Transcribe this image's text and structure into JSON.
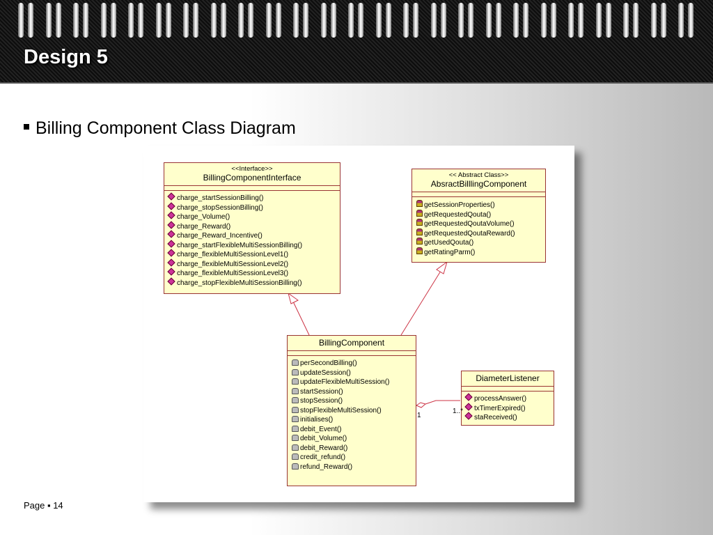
{
  "slide": {
    "title": "Design 5",
    "bullet": "Billing Component Class Diagram",
    "footer": "Page ▪ 14"
  },
  "diagram": {
    "interface_class": {
      "stereotype": "<<Interface>>",
      "name": "BillingComponentInterface",
      "methods": [
        "charge_startSessionBilling()",
        "charge_stopSessionBilling()",
        "charge_Volume()",
        "charge_Reward()",
        "charge_Reward_Incentive()",
        "charge_startFlexibleMultiSessionBilling()",
        "charge_flexibleMultiSessionLevel1()",
        "charge_flexibleMultiSessionLevel2()",
        "charge_flexibleMultiSessionLevel3()",
        "charge_stopFlexibleMultiSessionBilling()"
      ],
      "method_icon": "public-method-icon"
    },
    "abstract_class": {
      "stereotype": "<< Abstract Class>>",
      "name": "AbsractBilllingComponent",
      "methods": [
        "getSessionProperties()",
        "getRequestedQouta()",
        "getRequestedQoutaVolume()",
        "getRequestedQoutaReward()",
        "getUsedQouta()",
        "getRatingParm()"
      ],
      "method_icon": "protected-method-icon"
    },
    "billing_component": {
      "name": "BillingComponent",
      "methods": [
        "perSecondBilling()",
        "updateSession()",
        "updateFlexibleMultiSession()",
        "startSession()",
        "stopSession()",
        "stopFlexibleMultiSession()",
        "initialises()",
        "debit_Event()",
        "debit_Volume()",
        "debit_Reward()",
        "credit_refund()",
        "refund_Reward()"
      ],
      "method_icon": "private-method-icon"
    },
    "diameter_listener": {
      "name": "DiameterListener",
      "methods": [
        "processAnswer()",
        "txTimerExpired()",
        "staReceived()"
      ],
      "method_icon": "public-method-icon"
    },
    "association": {
      "multiplicity_component": "1",
      "multiplicity_listener": "1..*"
    },
    "colors": {
      "class_fill": "#ffffcc",
      "class_border": "#993333",
      "connector": "#cc3344"
    }
  }
}
